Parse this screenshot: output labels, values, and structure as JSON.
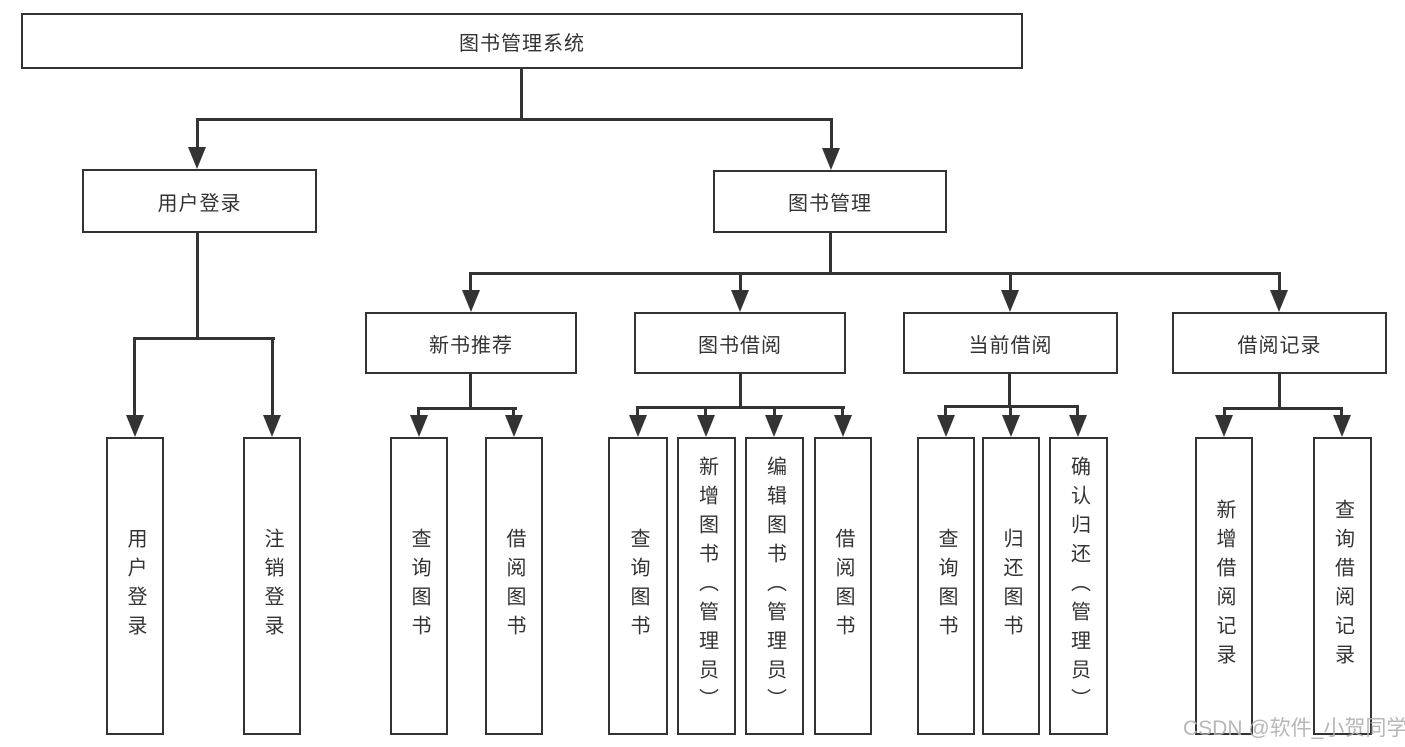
{
  "tree": {
    "root": {
      "label": "图书管理系统",
      "children": [
        {
          "label": "用户登录",
          "children": [
            {
              "label": "用户登录"
            },
            {
              "label": "注销登录"
            }
          ]
        },
        {
          "label": "图书管理",
          "children": [
            {
              "label": "新书推荐",
              "children": [
                {
                  "label": "查询图书"
                },
                {
                  "label": "借阅图书"
                }
              ]
            },
            {
              "label": "图书借阅",
              "children": [
                {
                  "label": "查询图书"
                },
                {
                  "label": "新增图书（管理员）"
                },
                {
                  "label": "编辑图书（管理员）"
                },
                {
                  "label": "借阅图书"
                }
              ]
            },
            {
              "label": "当前借阅",
              "children": [
                {
                  "label": "查询图书"
                },
                {
                  "label": "归还图书"
                },
                {
                  "label": "确认归还（管理员）"
                }
              ]
            },
            {
              "label": "借阅记录",
              "children": [
                {
                  "label": "新增借阅记录"
                },
                {
                  "label": "查询借阅记录"
                }
              ]
            }
          ]
        }
      ]
    }
  },
  "watermark": {
    "text": "CSDN @软件_小贺同学"
  },
  "colors": {
    "line": "#333333",
    "text": "#333333",
    "watermark": "#b0b0b0",
    "bg": "#ffffff"
  }
}
